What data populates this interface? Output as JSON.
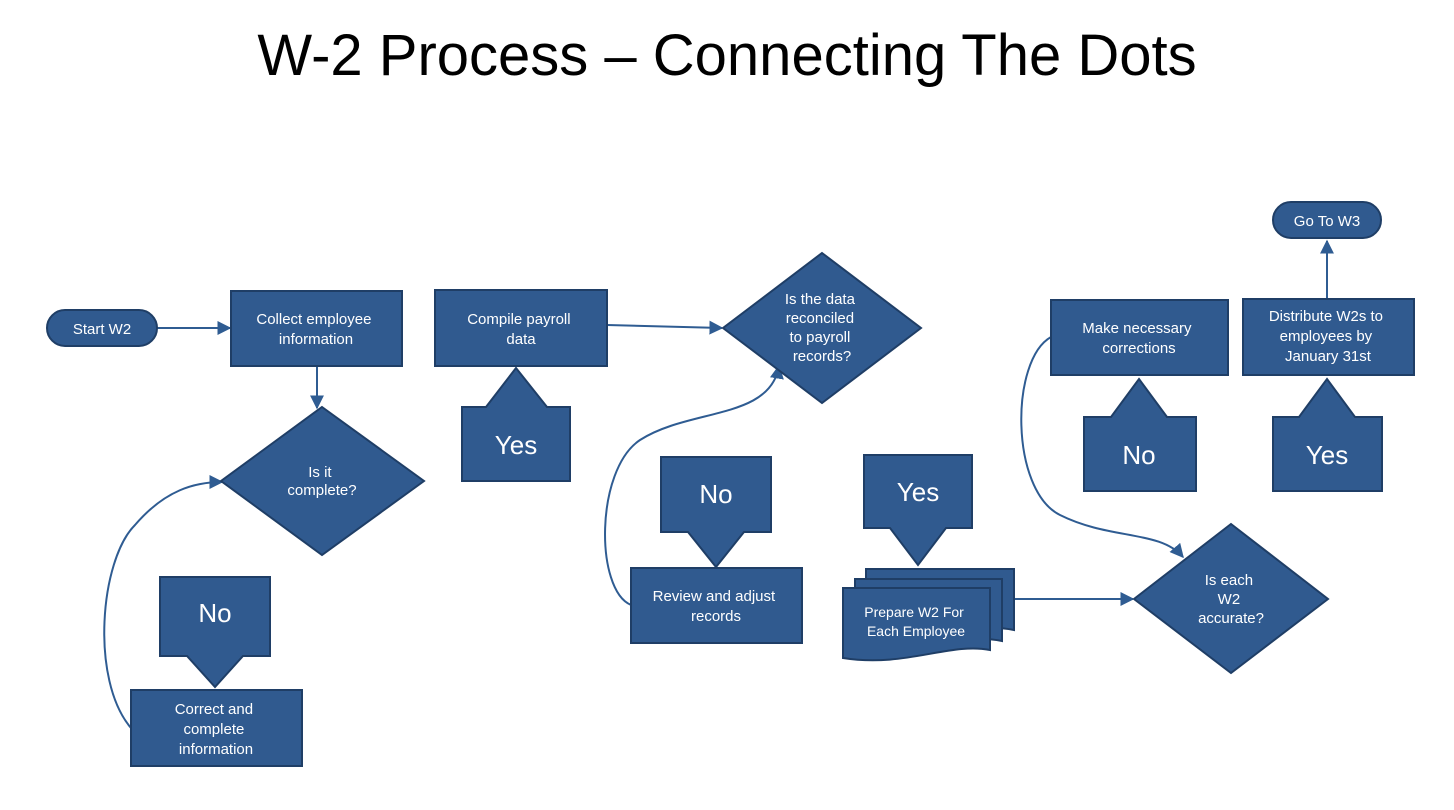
{
  "title": "W-2 Process – Connecting The Dots",
  "colors": {
    "shape_fill": "#305a8f",
    "shape_stroke": "#1f3e66",
    "connector": "#2f5c92",
    "text": "#ffffff"
  },
  "nodes": {
    "start": [
      "Start W2"
    ],
    "collect": [
      "Collect employee",
      "information"
    ],
    "complete_q": [
      "Is it",
      "complete?"
    ],
    "correct": [
      "Correct and",
      "complete",
      "information"
    ],
    "compile": [
      "Compile payroll",
      "data"
    ],
    "reconciled_q": [
      "Is the data",
      "reconciled",
      "to payroll",
      "records?"
    ],
    "review": [
      "Review and adjust",
      "records"
    ],
    "prepare": [
      "Prepare W2 For",
      "Each Employee"
    ],
    "accurate_q": [
      "Is each",
      "W2",
      "accurate?"
    ],
    "corrections": [
      "Make necessary",
      "corrections"
    ],
    "distribute": [
      "Distribute W2s to",
      "employees by",
      "January 31st"
    ],
    "goto_w3": [
      "Go To W3"
    ]
  },
  "decisions": {
    "no_1": "No",
    "yes_1": "Yes",
    "no_2": "No",
    "yes_2": "Yes",
    "no_3": "No",
    "yes_3": "Yes"
  }
}
